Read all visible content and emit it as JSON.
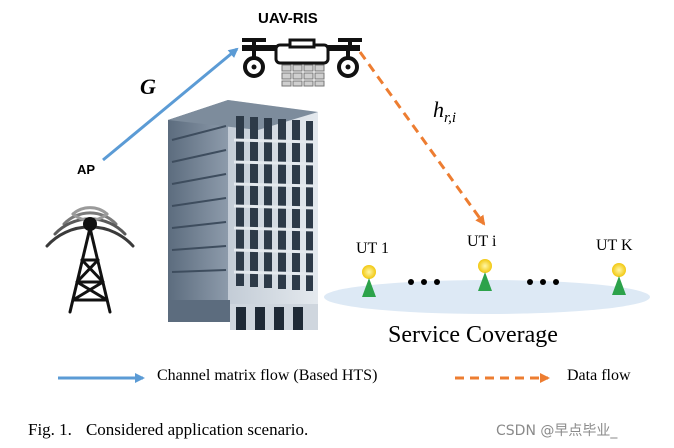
{
  "nodes": {
    "uav": "UAV-RIS",
    "ap": "AP",
    "g": "G",
    "h_main": "h",
    "h_sub": "r,i",
    "ut1": "UT 1",
    "uti": "UT i",
    "utk": "UT K",
    "coverage": "Service Coverage"
  },
  "legend": {
    "channel": "Channel matrix flow (Based HTS)",
    "data": "Data flow"
  },
  "caption": {
    "fig": "Fig. 1.",
    "text": "Considered application scenario."
  },
  "watermark": "CSDN @早点毕业_",
  "colors": {
    "channel_arrow": "#5b9bd5",
    "data_arrow": "#ed7d31",
    "ellipse": "#dde9f5",
    "ut_head": "#f2d024",
    "ut_body": "#2ca24a",
    "building": "#8a98a8"
  }
}
